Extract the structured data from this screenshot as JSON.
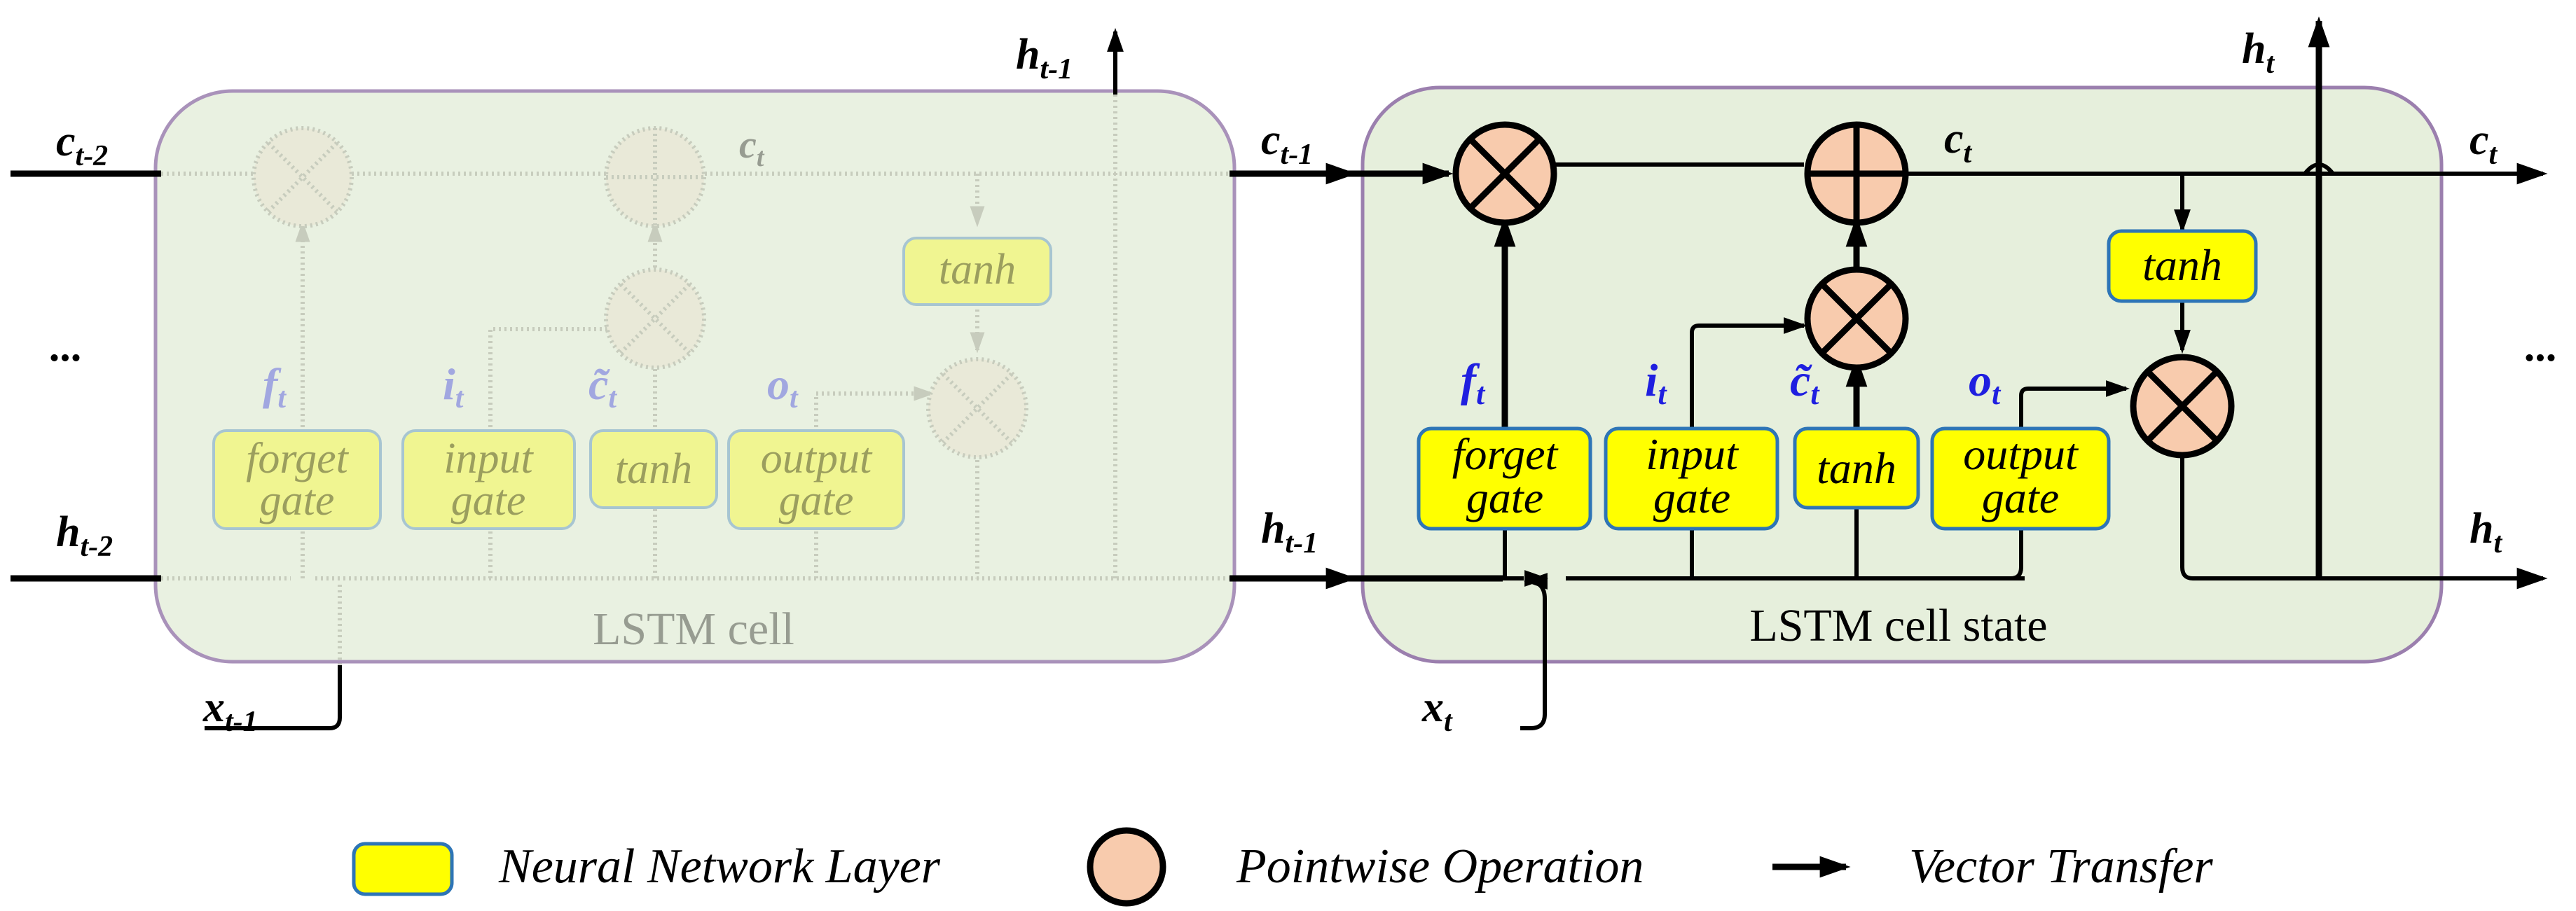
{
  "colors": {
    "cell_fill": "#e6efdc",
    "cell_border": "#9b7fae",
    "layer_fill": "#ffff00",
    "layer_border": "#2e75b6",
    "op_fill": "#f8cbad",
    "gate_label_color": "#1f1fe0",
    "text_color": "#000000"
  },
  "prev_cell": {
    "c_in": "c",
    "c_in_sub": "t-2",
    "h_in": "h",
    "h_in_sub": "t-2",
    "x_in": "x",
    "x_in_sub": "t-1",
    "h_top": "h",
    "h_top_sub": "t-1",
    "c_inner": "c",
    "c_inner_sub": "t",
    "ellipsis": "...",
    "f": "f",
    "f_sub": "t",
    "i": "i",
    "i_sub": "t",
    "c_tilde": "c̃",
    "c_tilde_sub": "t",
    "o": "o",
    "o_sub": "t",
    "forget_1": "forget",
    "forget_2": "gate",
    "input_1": "input",
    "input_2": "gate",
    "tanh_gate": "tanh",
    "output_1": "output",
    "output_2": "gate",
    "tanh_c": "tanh",
    "caption": "LSTM cell"
  },
  "cur_cell": {
    "c_in": "c",
    "c_in_sub": "t-1",
    "h_in": "h",
    "h_in_sub": "t-1",
    "x_in": "x",
    "x_in_sub": "t",
    "c_mid": "c",
    "c_mid_sub": "t",
    "h_top": "h",
    "h_top_sub": "t",
    "c_out": "c",
    "c_out_sub": "t",
    "h_out": "h",
    "h_out_sub": "t",
    "ellipsis": "...",
    "f": "f",
    "f_sub": "t",
    "i": "i",
    "i_sub": "t",
    "c_tilde": "c̃",
    "c_tilde_sub": "t",
    "o": "o",
    "o_sub": "t",
    "forget_1": "forget",
    "forget_2": "gate",
    "input_1": "input",
    "input_2": "gate",
    "tanh_gate": "tanh",
    "output_1": "output",
    "output_2": "gate",
    "tanh_c": "tanh",
    "caption": "LSTM cell state"
  },
  "legend": {
    "layer": "Neural Network Layer",
    "op": "Pointwise Operation",
    "transfer": "Vector Transfer"
  }
}
